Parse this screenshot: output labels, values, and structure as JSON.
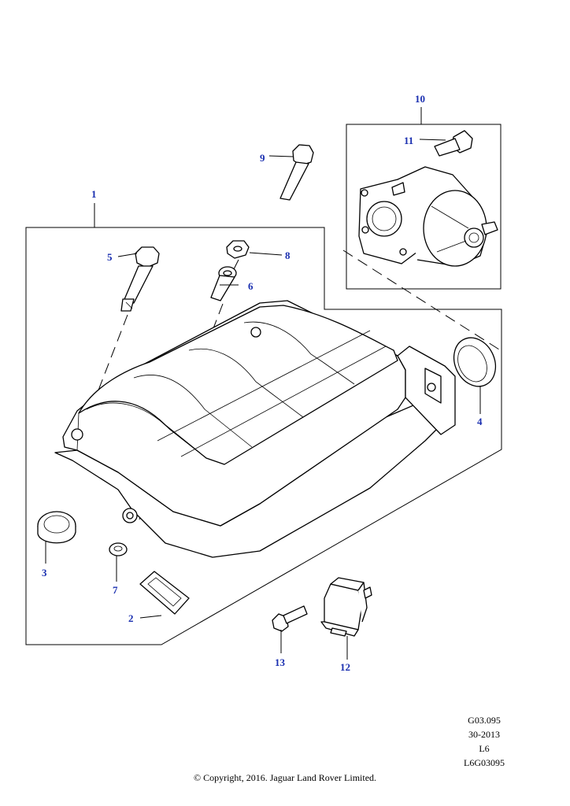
{
  "callouts": {
    "c1": "1",
    "c2": "2",
    "c3": "3",
    "c4": "4",
    "c5": "5",
    "c6": "6",
    "c7": "7",
    "c8": "8",
    "c9": "9",
    "c10": "10",
    "c11": "11",
    "c12": "12",
    "c13": "13"
  },
  "reference": {
    "line1": "G03.095",
    "line2": "30-2013",
    "line3": "L6",
    "line4": "L6G03095"
  },
  "copyright": "© Copyright, 2016. Jaguar Land Rover Limited.",
  "colors": {
    "callout": "#1a2fb0",
    "linework": "#000000"
  }
}
